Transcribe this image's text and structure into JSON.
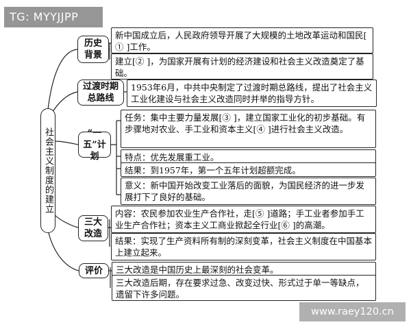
{
  "watermarks": {
    "top_left": "TG: MYYJJPP",
    "bottom_right": "www.raey120.cn"
  },
  "root": "社会主义制度的建立",
  "categories": {
    "history": "历史背景",
    "line": "过渡时期总路线",
    "plan": "“一五”计划",
    "reform": "三大改造",
    "eval": "评价"
  },
  "cells": {
    "history_1": "新中国成立后，人民政府领导开展了大规模的土地改革运动和国民[ ①      ]工作。",
    "history_2": "建立[②       ]，为国家开展有计划的经济建设和社会主义改造奠定了基础。",
    "line_1": "1953年6月，中共中央制定了过渡时期总路线，提出了社会主义工业化建设与社会主义改造同时并举的指导方针。",
    "plan_task": "任务：集中主要力量发展[③       ]，建立国家工业化的初步基础。有步骤地对农业、手工业和资本主义[④       ]进行社会主义改造。",
    "plan_feature": "特点：优先发展重工业。",
    "plan_result": "结果：到1957年，第一个五年计划超额完成。",
    "plan_meaning": "意义：新中国开始改变工业落后的面貌，为国民经济的进一步发展打下了良好的基础。",
    "reform_content": "内容：农民参加农业生产合作社，走[⑤       ]道路；手工业者参加手工业生产合作社；资本主义工商业掀起全行业[⑥       ]的高潮。",
    "reform_result": "结果：实现了生产资料所有制的深刻变革，社会主义制度在中国基本上建立起来。",
    "eval_1": "三大改造是中国历史上最深刻的社会变革。",
    "eval_2": "三大改造后期，存在要求过急、改变过快、形式过于单一等缺点，遗留下许多问题。"
  }
}
